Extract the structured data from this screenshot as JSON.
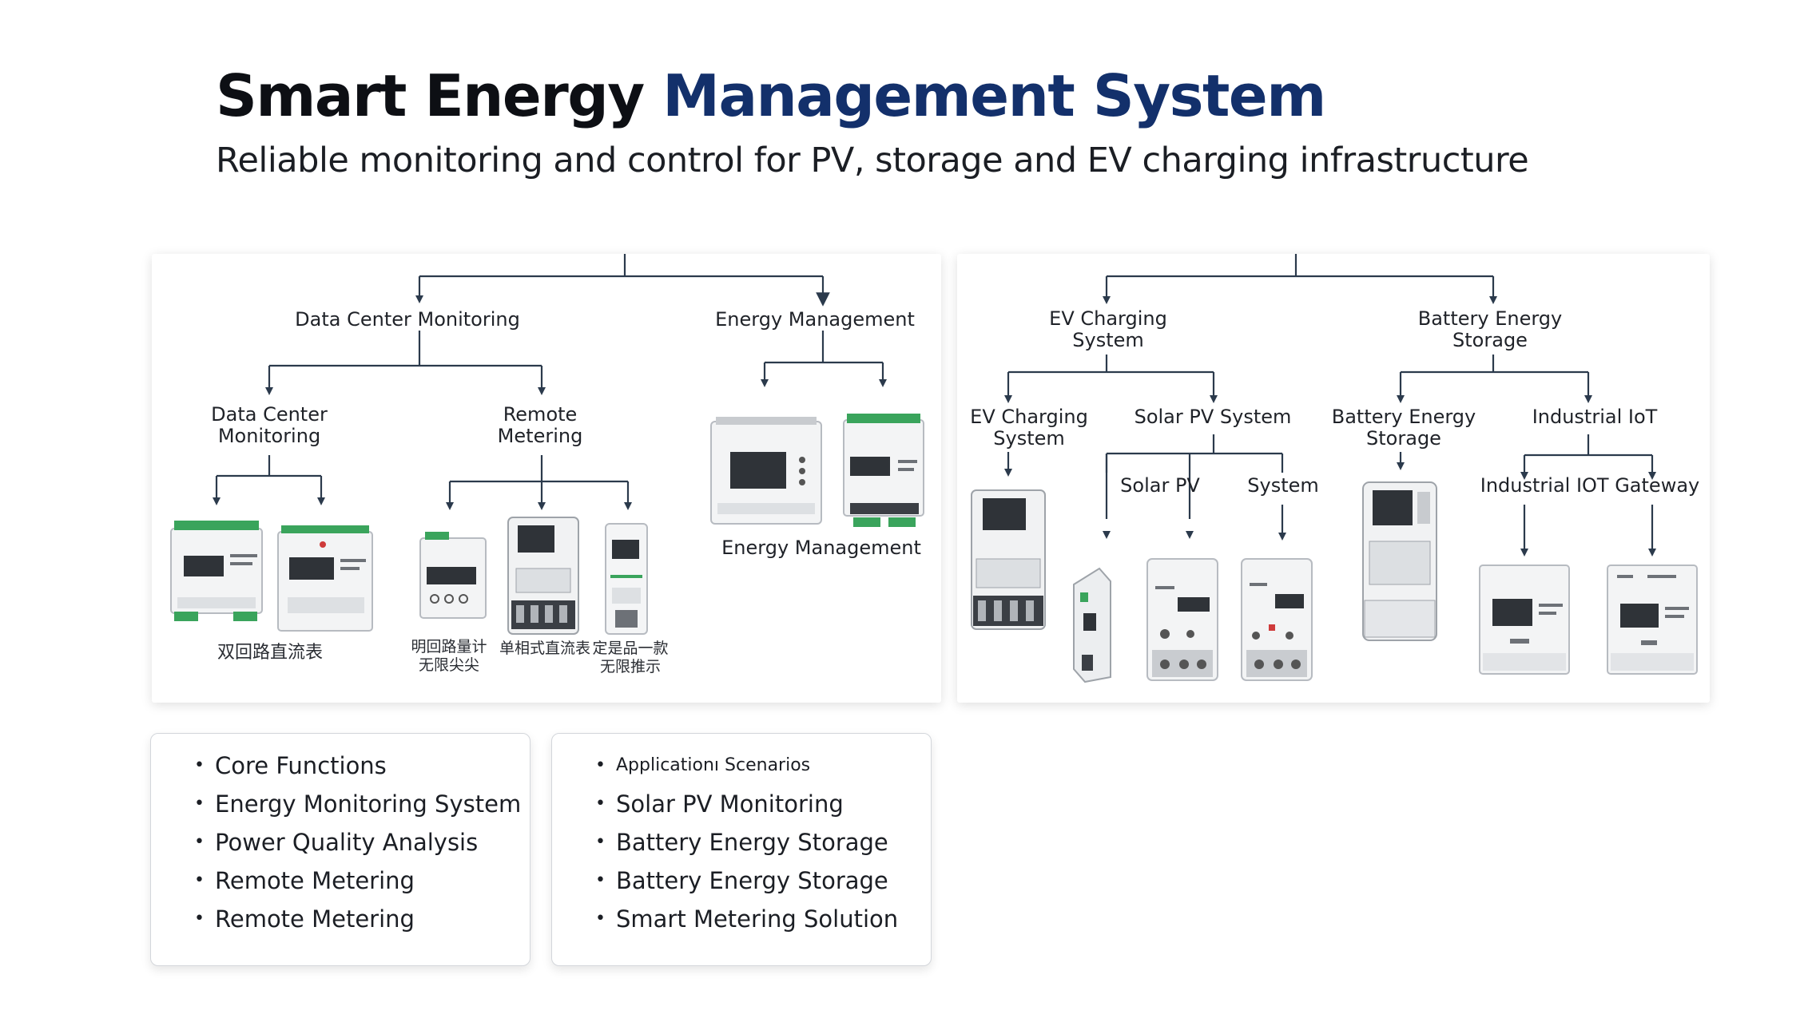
{
  "header": {
    "title_part1": "Smart Energy",
    "title_part2": "Management System",
    "subtitle": "Reliable monitoring and control for PV, storage and EV charging infrastructure"
  },
  "left_panel": {
    "branch_a": {
      "label": "Data Center Monitoring",
      "child_1": {
        "label": "Data Center\nMonitoring",
        "caption": "双回路直流表"
      },
      "child_2": {
        "label": "Remote\nMetering",
        "captions": [
          "明回路量计\n无限尖尖",
          "单相式直流表",
          "定是品一款\n无限推示"
        ]
      }
    },
    "branch_b": {
      "label": "Energy Management",
      "caption": "Energy Management"
    }
  },
  "right_panel": {
    "branch_a": {
      "label": "EV Charging\nSystem",
      "child_1": {
        "label": "EV Charging\nSystem"
      },
      "child_2": {
        "label": "Solar PV System",
        "sub_1": "Solar PV",
        "sub_2": "System"
      }
    },
    "branch_b": {
      "label": "Battery Energy\nStorage",
      "child_1": {
        "label": "Battery Energy\nStorage"
      },
      "child_2": {
        "label": "Industrial IoT",
        "sub": "Industrial IOT Gateway"
      }
    }
  },
  "core_functions": [
    "Core Functions",
    "Energy Monitoring System",
    "Power Quality Analysis",
    "Remote Metering",
    "Remote Metering"
  ],
  "application_scenarios": [
    "Applicationı Scenarios",
    "Solar PV Monitoring",
    "Battery Energy Storage",
    "Battery Energy Storage",
    "Smart Metering Solution"
  ],
  "colors": {
    "title_dark": "#0d0f14",
    "title_accent": "#13306b",
    "connector": "#2b3a4c",
    "terminal_green": "#2f9e55"
  }
}
